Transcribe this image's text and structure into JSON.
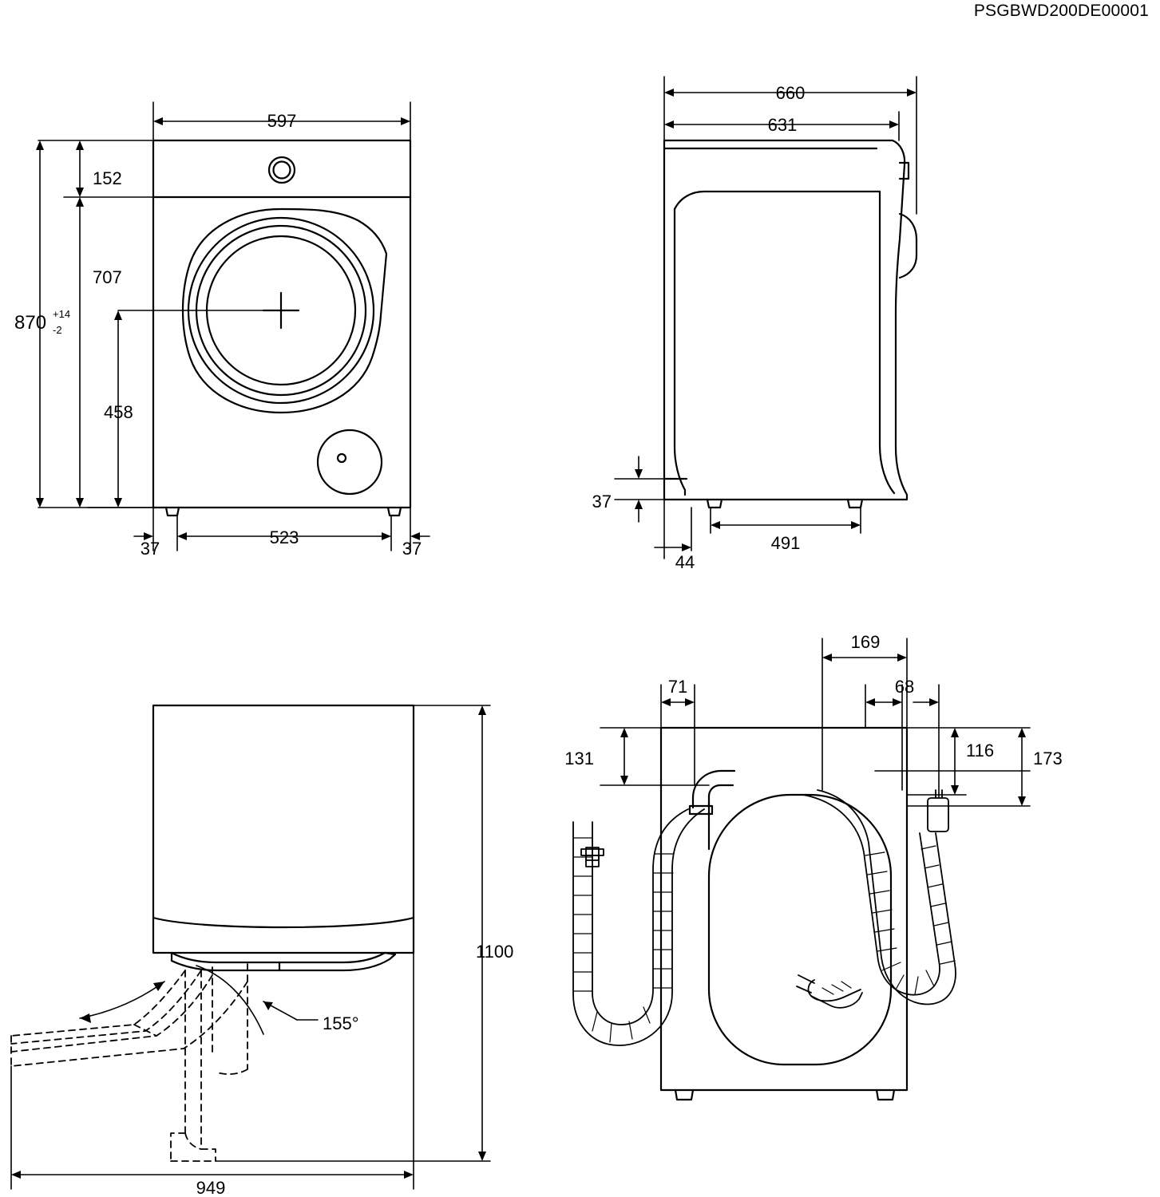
{
  "document": {
    "code": "PSGBWD200DE00001",
    "type": "technical-dimension-drawing",
    "subject": "front-load washing machine",
    "units": "mm"
  },
  "views": {
    "front": {
      "name": "front view",
      "dimensions": {
        "width_total": "597",
        "panel_height": "152",
        "door_zone_height": "707",
        "overall_height": "870",
        "tolerance_plus": "+14",
        "tolerance_minus": "-2",
        "door_center_height": "458",
        "foot_left": "37",
        "foot_right": "37",
        "foot_span": "523"
      }
    },
    "side": {
      "name": "side view",
      "dimensions": {
        "depth_with_door": "660",
        "depth_body": "631",
        "base_height": "37",
        "foot_offset": "44",
        "foot_span": "491"
      }
    },
    "top_door_swing": {
      "name": "top view with door opening",
      "dimensions": {
        "door_open_depth": "1100",
        "door_open_width": "949",
        "door_angle": "155°"
      }
    },
    "rear": {
      "name": "rear view with hoses",
      "dimensions": {
        "inlet_offset": "71",
        "drain_offset": "169",
        "cable_offset": "68",
        "inlet_height": "131",
        "drain_height": "116",
        "cable_height": "173"
      }
    }
  }
}
